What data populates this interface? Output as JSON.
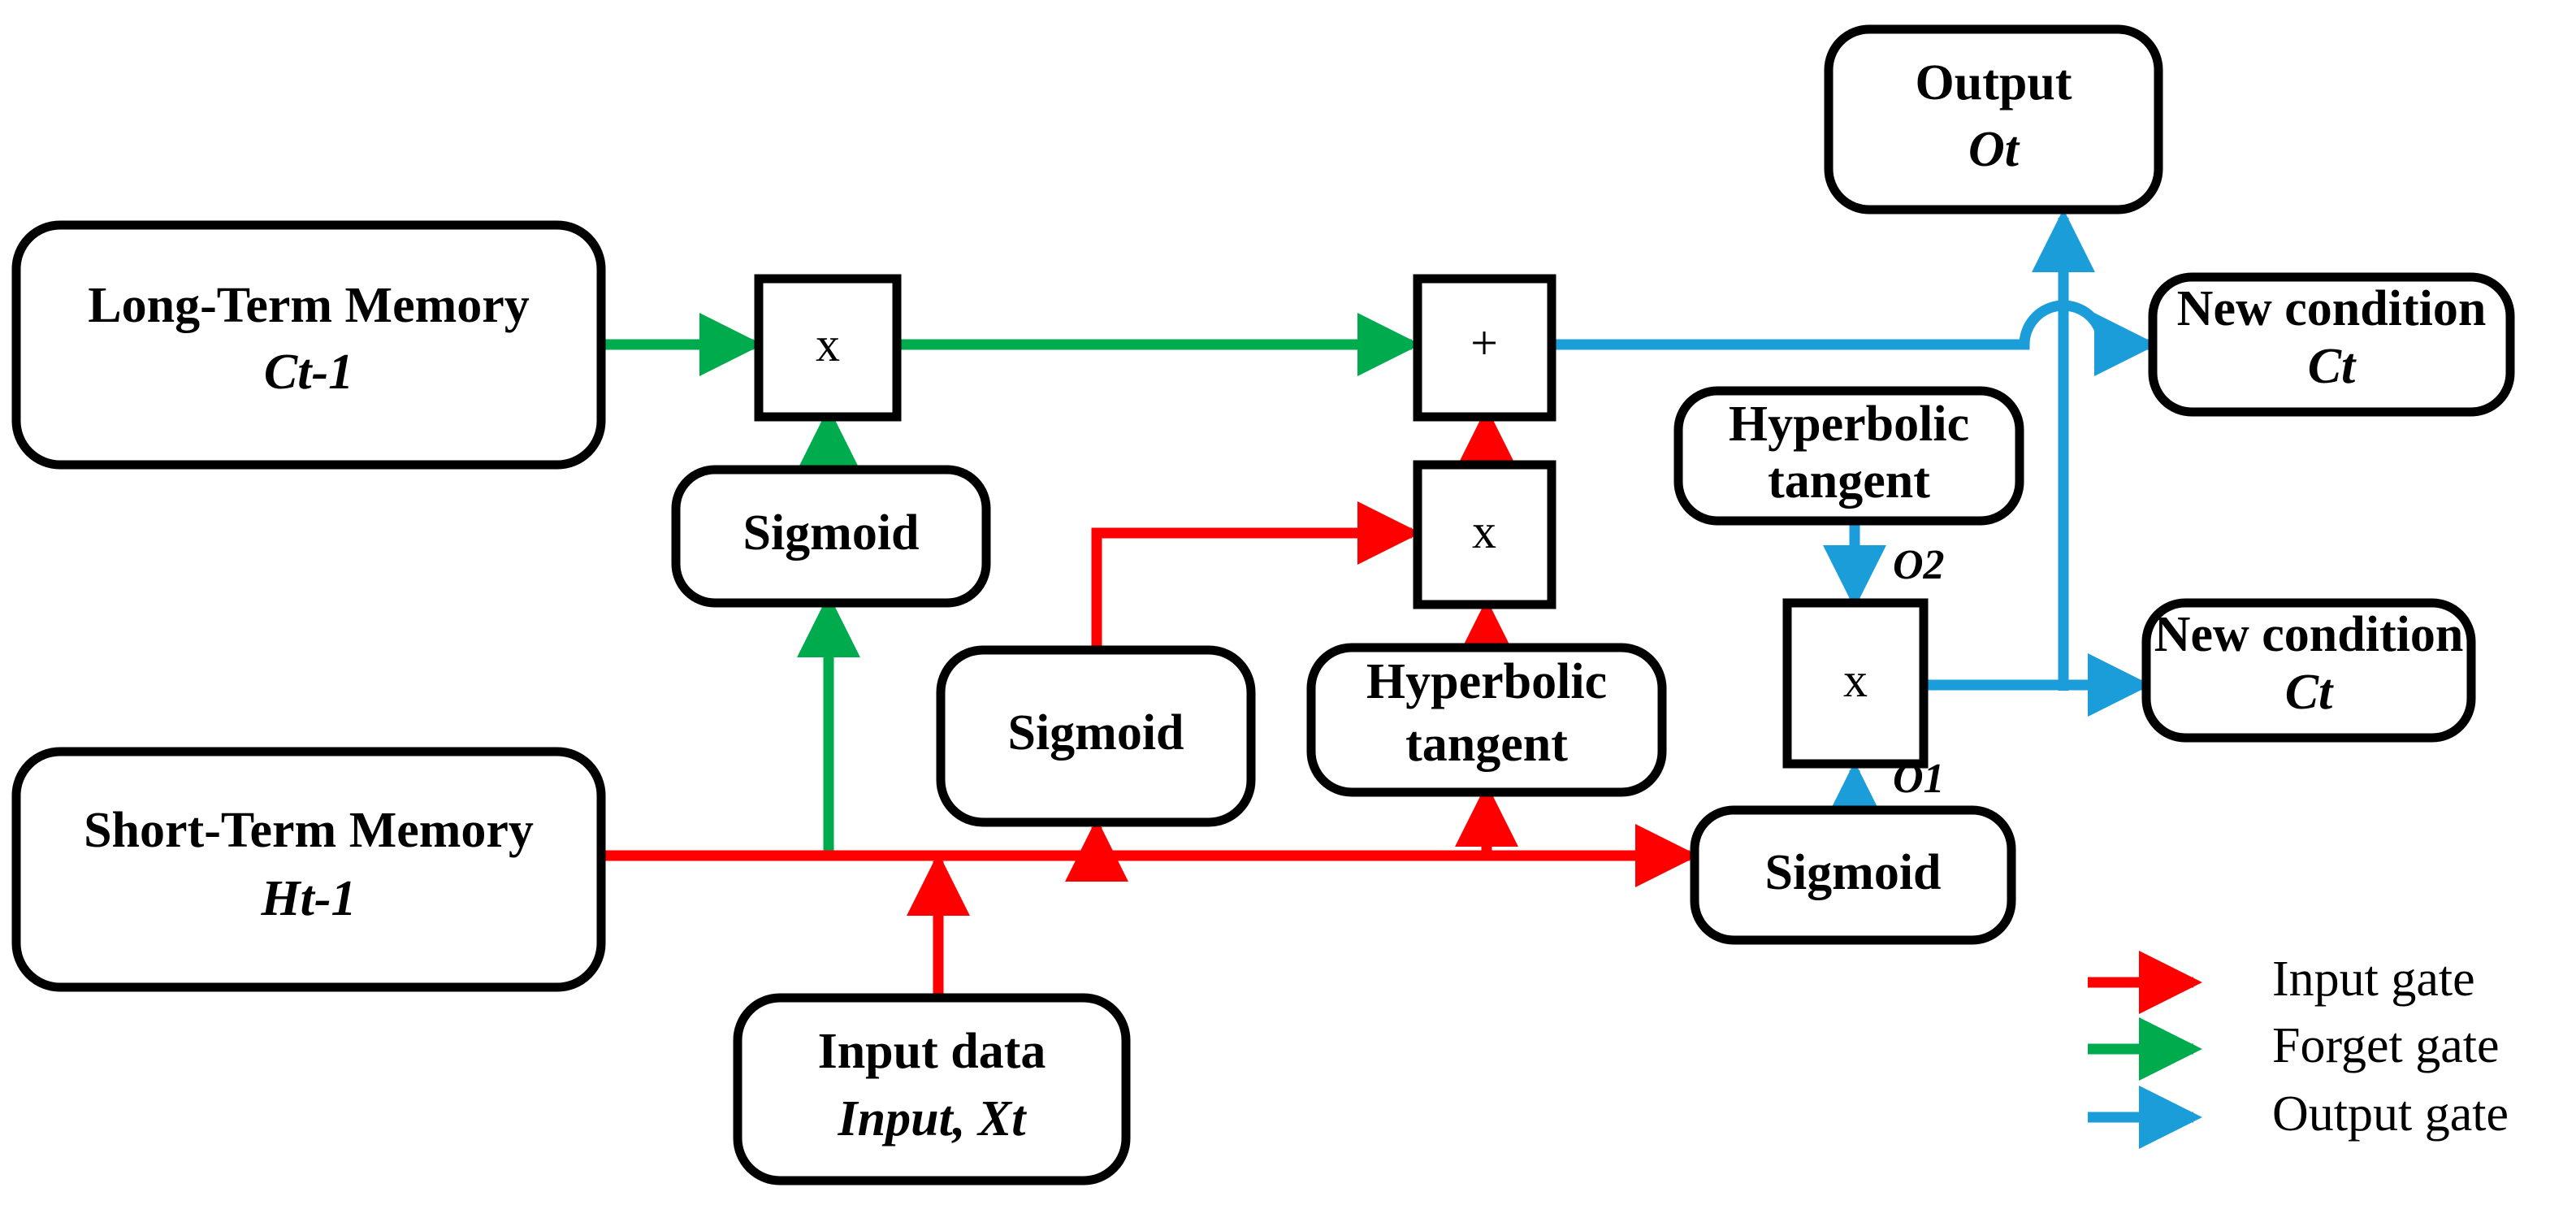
{
  "diagram": {
    "title": "LSTM cell architecture",
    "colors": {
      "input_gate": "#FF0000",
      "forget_gate": "#00AB4E",
      "output_gate": "#1B9DD9",
      "stroke": "#000000",
      "background": "#FFFFFF"
    },
    "nodes": {
      "long_term_memory": {
        "line1": "Long-Term Memory",
        "line2": "Ct-1"
      },
      "short_term_memory": {
        "line1": "Short-Term Memory",
        "line2": "Ht-1"
      },
      "input_data": {
        "line1": "Input data",
        "line2": "Input, Xt"
      },
      "output": {
        "line1": "Output",
        "line2": "Ot"
      },
      "new_condition_top": {
        "line1": "New condition",
        "line2": "Ct"
      },
      "new_condition_bottom": {
        "line1": "New condition",
        "line2": "Ct"
      },
      "sigmoid_forget": {
        "line1": "Sigmoid"
      },
      "sigmoid_input": {
        "line1": "Sigmoid"
      },
      "sigmoid_output": {
        "line1": "Sigmoid"
      },
      "tanh_candidate": {
        "line1": "Hyperbolic",
        "line2": "tangent"
      },
      "tanh_cell": {
        "line1": "Hyperbolic",
        "line2": "tangent"
      },
      "mul_forget": {
        "symbol": "x"
      },
      "add_cell": {
        "symbol": "+"
      },
      "mul_input": {
        "symbol": "x"
      },
      "mul_output": {
        "symbol": "x"
      }
    },
    "edge_labels": {
      "o1": "O1",
      "o2": "O2"
    },
    "legend": {
      "items": [
        {
          "label": "Input gate",
          "color": "#FF0000"
        },
        {
          "label": "Forget gate",
          "color": "#00AB4E"
        },
        {
          "label": "Output gate",
          "color": "#1B9DD9"
        }
      ]
    }
  }
}
